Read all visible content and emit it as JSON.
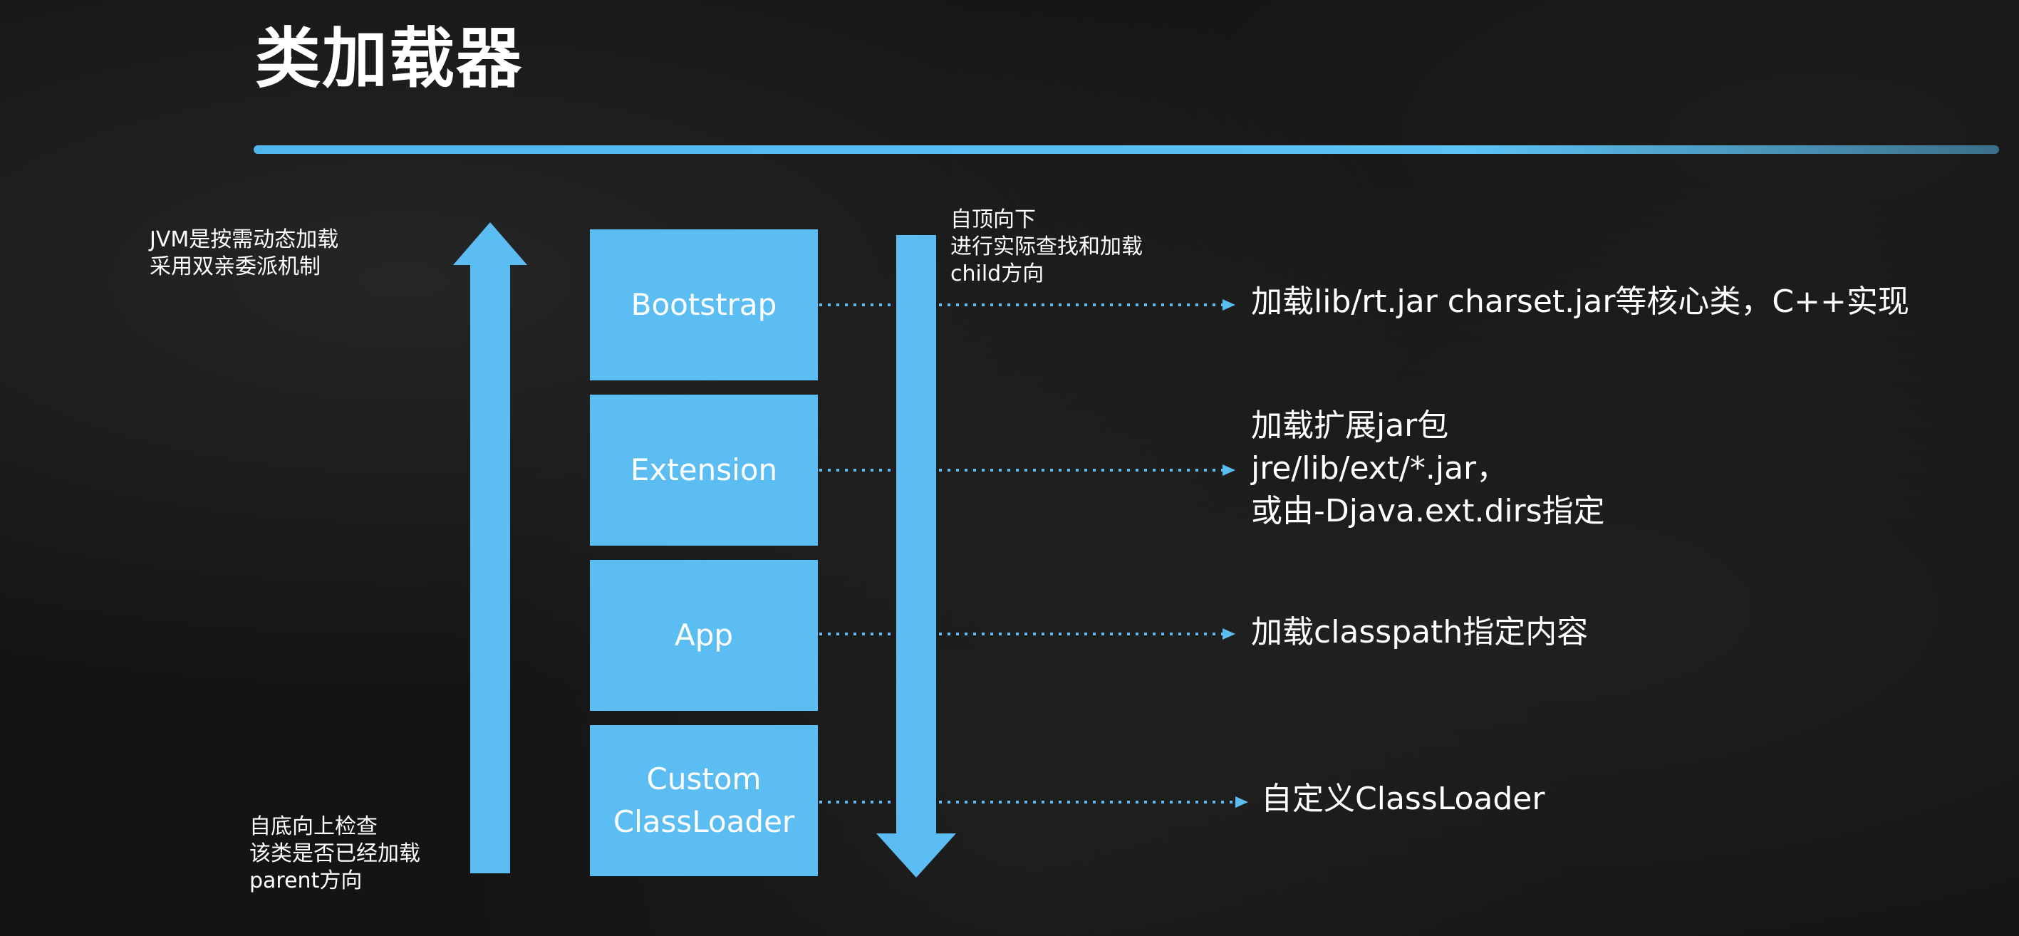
{
  "slide": {
    "title": "类加载器"
  },
  "notes": {
    "left": [
      "JVM是按需动态加载",
      "采用双亲委派机制"
    ],
    "right": [
      "自顶向下",
      "进行实际查找和加载",
      "child方向"
    ],
    "bottom": [
      "自底向上检查",
      "该类是否已经加载",
      "parent方向"
    ]
  },
  "loaders": [
    {
      "label": "Bootstrap",
      "description": [
        "加载lib/rt.jar charset.jar等核心类，C++实现"
      ]
    },
    {
      "label": "Extension",
      "description": [
        "加载扩展jar包",
        "jre/lib/ext/*.jar，",
        "或由-Djava.ext.dirs指定"
      ]
    },
    {
      "label": "App",
      "description": [
        "加载classpath指定内容"
      ]
    },
    {
      "label": "Custom\nClassLoader",
      "description": [
        "自定义ClassLoader"
      ]
    }
  ],
  "colors": {
    "accent": "#5cbdf3",
    "background": "#141414",
    "text": "#ffffff"
  }
}
